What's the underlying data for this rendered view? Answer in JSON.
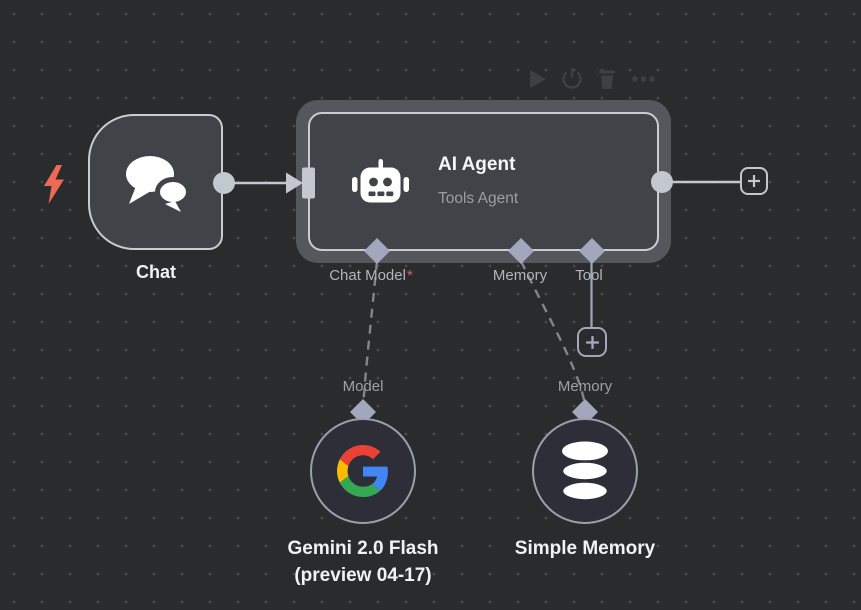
{
  "workflow": {
    "toolbar": {
      "icons": [
        "play-icon",
        "power-icon",
        "trash-icon",
        "more-options-icon"
      ]
    },
    "nodes": {
      "chat": {
        "label": "Chat",
        "type": "chat-trigger"
      },
      "agent": {
        "title": "AI Agent",
        "subtitle": "Tools Agent",
        "input_ports": [
          {
            "label": "Chat Model",
            "required_marker": "*"
          },
          {
            "label": "Memory",
            "required_marker": ""
          },
          {
            "label": "Tool",
            "required_marker": ""
          }
        ]
      },
      "gemini": {
        "label_line1": "Gemini 2.0 Flash",
        "label_line2": "(preview 04-17)",
        "port_label": "Model"
      },
      "simple_memory": {
        "label": "Simple Memory",
        "port_label": "Memory"
      }
    },
    "colors": {
      "background": "#2a2b2c",
      "node_fill": "#404348",
      "node_border": "#c9cdd3",
      "selection_halo": "#54575b",
      "connector": "#c3c7ce",
      "sub_connector": "#a3a7bb",
      "dashed_line": "#83858d",
      "label": "#b2b5bd",
      "dim_label": "#9da0a8",
      "required_asterisk": "#e35b61",
      "trigger_bolt": "#ee6a56",
      "google_blue": "#4285F4",
      "google_red": "#EA4335",
      "google_yellow": "#FBBC05",
      "google_green": "#34A853"
    }
  }
}
